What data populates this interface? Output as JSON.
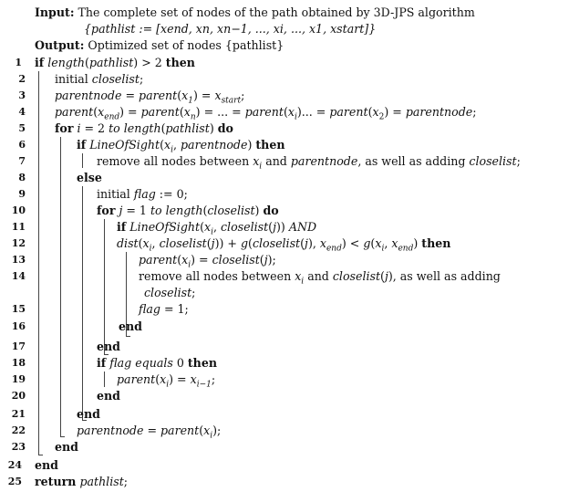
{
  "header": {
    "input_label": "Input:",
    "input_text": "The complete set of nodes of the path obtained by 3D-JPS algorithm",
    "input_formula": "{pathlist := [xend, xn, xn−1, ..., xi, ..., x1, xstart]}",
    "output_label": "Output:",
    "output_text": "Optimized set of nodes {pathlist}"
  },
  "lines": [
    {
      "n": "1",
      "text": "if length(pathlist) > 2 then"
    },
    {
      "n": "2",
      "text": "initial closelist;"
    },
    {
      "n": "3",
      "text": "parentnode = parent(x1) = xstart;"
    },
    {
      "n": "4",
      "text": "parent(xend) = parent(xn) = ... = parent(xi)... = parent(x2) = parentnode;"
    },
    {
      "n": "5",
      "text": "for i = 2 to length(pathlist) do"
    },
    {
      "n": "6",
      "text": "if LineOfSight(xi, parentnode) then"
    },
    {
      "n": "7",
      "text": "remove all nodes between xi and parentnode, as well as adding closelist;"
    },
    {
      "n": "8",
      "text": "else"
    },
    {
      "n": "9",
      "text": "initial flag := 0;"
    },
    {
      "n": "10",
      "text": "for j = 1 to length(closelist) do"
    },
    {
      "n": "11",
      "text": "if LineOfSight(xi, closelist(j)) AND"
    },
    {
      "n": "12",
      "text": "dist(xi, closelist(j)) + g(closelist(j), xend) < g(xi, xend) then"
    },
    {
      "n": "13",
      "text": "parent(xi) = closelist(j);"
    },
    {
      "n": "14",
      "text": "remove all nodes between xi and closelist(j), as well as adding"
    },
    {
      "n": "",
      "text": "closelist;"
    },
    {
      "n": "15",
      "text": "flag = 1;"
    },
    {
      "n": "16",
      "text": "end"
    },
    {
      "n": "17",
      "text": "end"
    },
    {
      "n": "18",
      "text": "if flag equals 0 then"
    },
    {
      "n": "19",
      "text": "parent(xi) = xi−1;"
    },
    {
      "n": "20",
      "text": "end"
    },
    {
      "n": "21",
      "text": "end"
    },
    {
      "n": "22",
      "text": "parentnode = parent(xi);"
    },
    {
      "n": "23",
      "text": "end"
    },
    {
      "n": "24",
      "text": "end"
    },
    {
      "n": "25",
      "text": "return pathlist;"
    }
  ]
}
